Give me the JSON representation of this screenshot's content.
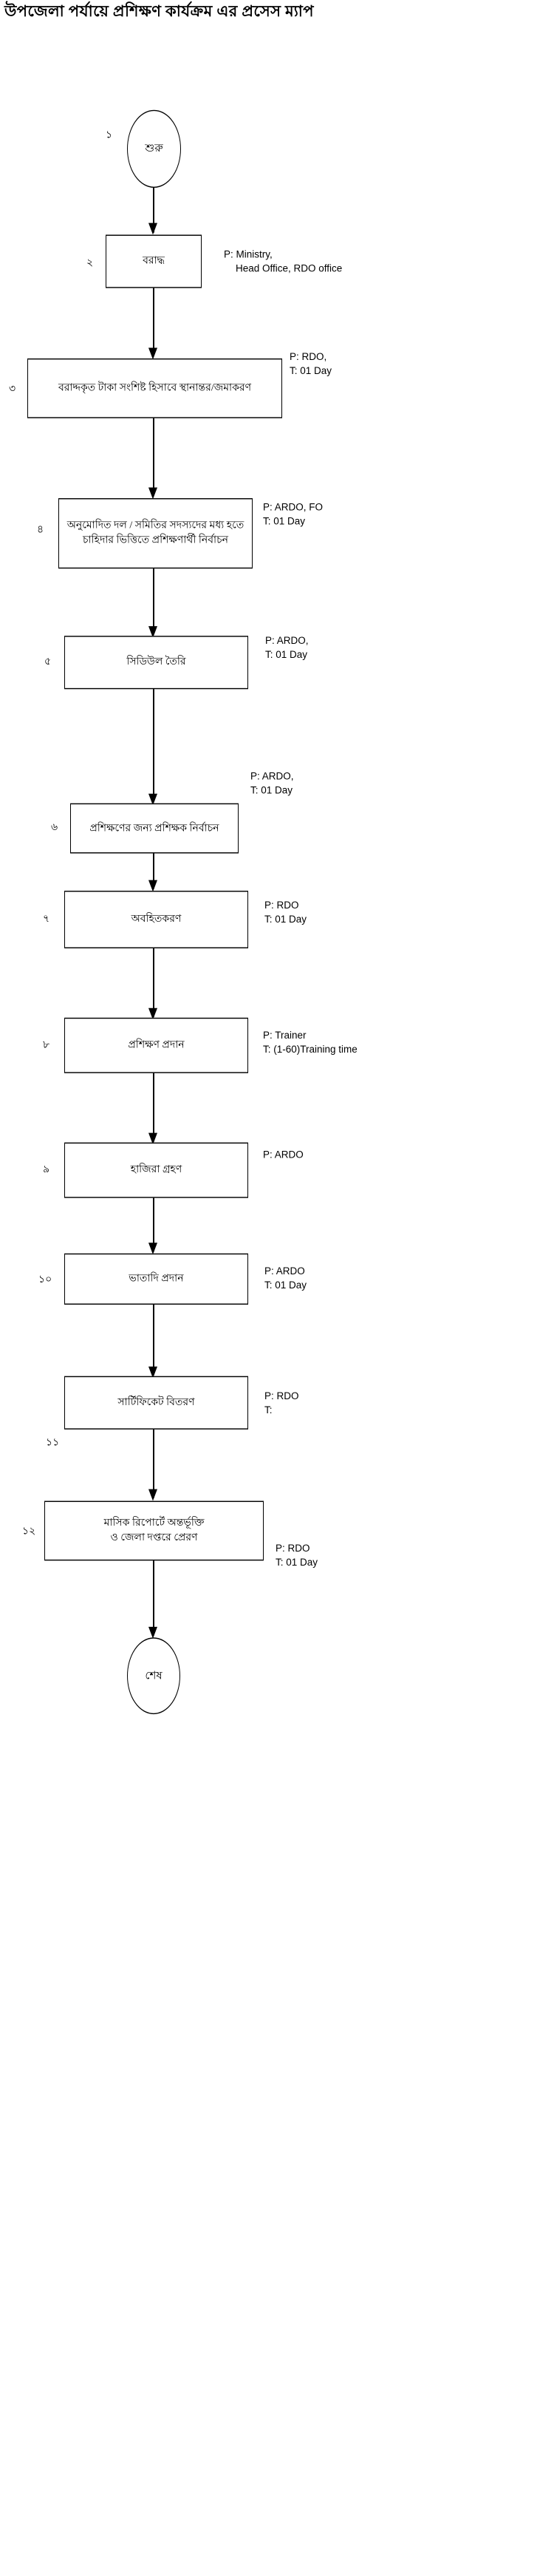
{
  "title": "উপজেলা পর্যায়ে প্রশিক্ষণ কার্যক্রম এর প্রসেস ম্যাপ",
  "terminators": {
    "start": {
      "label": "শুরু",
      "step_number": "১"
    },
    "end": {
      "label": "শেষ"
    }
  },
  "steps": [
    {
      "step_number": "২",
      "label_line1": "বরাদ্ধ",
      "label_line2": "",
      "annotation_line1": "P:  Ministry,",
      "annotation_line2": "Head Office, RDO office"
    },
    {
      "step_number": "৩",
      "label_line1": "বরাদ্দকৃত টাকা সংশিষ্ট হিসাবে স্থানান্তর/জমাকরণ",
      "label_line2": "",
      "annotation_line1": "P:  RDO,",
      "annotation_line2": "T:  01 Day"
    },
    {
      "step_number": "৪",
      "label_line1": "অনুমোদিত দল / সমিতির সদস্যদের মধ্য হতে",
      "label_line2": "চাহিদার ভিত্তিতে প্রশিক্ষণার্থী নির্বাচন",
      "annotation_line1": "P:  ARDO, FO",
      "annotation_line2": "T:  01 Day"
    },
    {
      "step_number": "৫",
      "label_line1": "সিডিউল তৈরি",
      "label_line2": "",
      "annotation_line1": "P:  ARDO,",
      "annotation_line2": "T:  01 Day"
    },
    {
      "step_number": "৬",
      "label_line1": "প্রশিক্ষণের জন্য প্রশিক্ষক নির্বাচন",
      "label_line2": "",
      "annotation_line1": "P:  ARDO,",
      "annotation_line2": "T:  01 Day"
    },
    {
      "step_number": "৭",
      "label_line1": "অবহিতকরণ",
      "label_line2": "",
      "annotation_line1": "P: RDO",
      "annotation_line2": "T:  01 Day"
    },
    {
      "step_number": "৮",
      "label_line1": "প্রশিক্ষণ প্রদান",
      "label_line2": "",
      "annotation_line1": "P: Trainer",
      "annotation_line2": "T:  (1-60)Training time"
    },
    {
      "step_number": "৯",
      "label_line1": "হাজিরা গ্রহণ",
      "label_line2": "",
      "annotation_line1": "P: ARDO",
      "annotation_line2": ""
    },
    {
      "step_number": "১০",
      "label_line1": "ভাতাদি প্রদান",
      "label_line2": "",
      "annotation_line1": "P: ARDO",
      "annotation_line2": "T:  01 Day"
    },
    {
      "step_number": "১১",
      "label_line1": "সার্টিফিকেট বিতরণ",
      "label_line2": "",
      "annotation_line1": "P: RDO",
      "annotation_line2": "T:"
    },
    {
      "step_number": "১২",
      "label_line1": "মাসিক রিপোর্টে অন্তর্ভূক্তি",
      "label_line2": "ও জেলা দপ্তরে প্রেরণ",
      "annotation_line1": "P: RDO",
      "annotation_line2": "T:  01 Day"
    }
  ],
  "colors": {
    "stroke": "#000000",
    "fill": "#ffffff",
    "text": "#000000"
  }
}
